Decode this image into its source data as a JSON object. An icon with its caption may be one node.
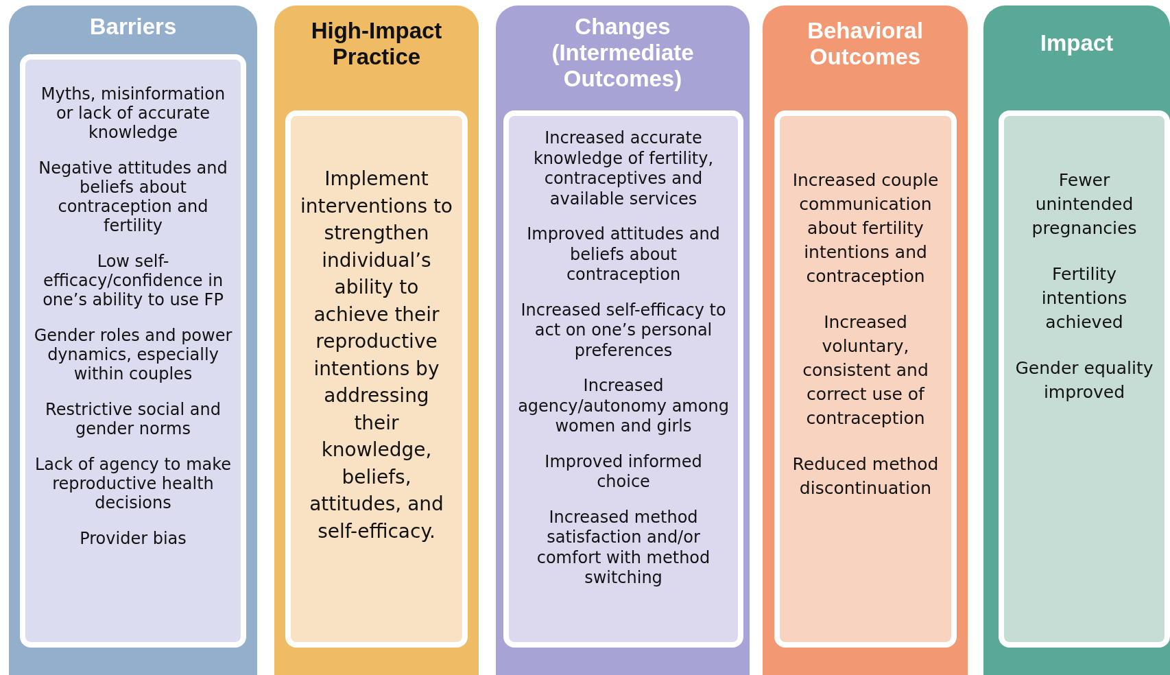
{
  "diagram": {
    "nodes": [
      {
        "text": [
          "Barriers"
        ]
      },
      {
        "text": [
          "Myths, misinformation or lack of accurate knowledge",
          "Negative attitudes and beliefs about contraception and fertility",
          "Low self-efficacy/confidence in one’s ability to use FP",
          "Gender roles and power dynamics, especially within couples",
          "Restrictive social and gender norms",
          "Lack of agency to make reproductive health decisions",
          "Provider bias"
        ],
        "in": 0
      },
      {
        "text": [
          "High-Impact Practice"
        ]
      },
      {
        "text": [
          "Implement interventions to strengthen individual’s ability to achieve their reproductive intentions by addressing their knowledge, beliefs, attitudes, and self-efficacy."
        ],
        "in": 2
      },
      {
        "text": [
          "Changes (Intermediate Outcomes)"
        ]
      },
      {
        "text": [
          "Increased accurate knowledge of fertility, contraceptives and available services",
          "Improved attitudes and beliefs about contraception",
          "Increased self-efficacy to act on one’s personal preferences",
          "Increased agency/autonomy among women and girls",
          "Improved informed choice",
          "Increased method satisfaction and/or comfort with method switching"
        ],
        "in": 4
      },
      {
        "text": [
          "Behavioral Outcomes"
        ]
      },
      {
        "text": [
          "Increased couple communication about fertility intentions and contraception",
          "Increased voluntary, consistent and correct use of contraception",
          "Reduced method discontinuation"
        ],
        "in": 6
      },
      {
        "text": [
          "Impact"
        ]
      },
      {
        "text": [
          "Fewer unintended pregnancies",
          "Fertility intentions achieved",
          "Gender equality improved"
        ],
        "in": 8
      }
    ]
  }
}
